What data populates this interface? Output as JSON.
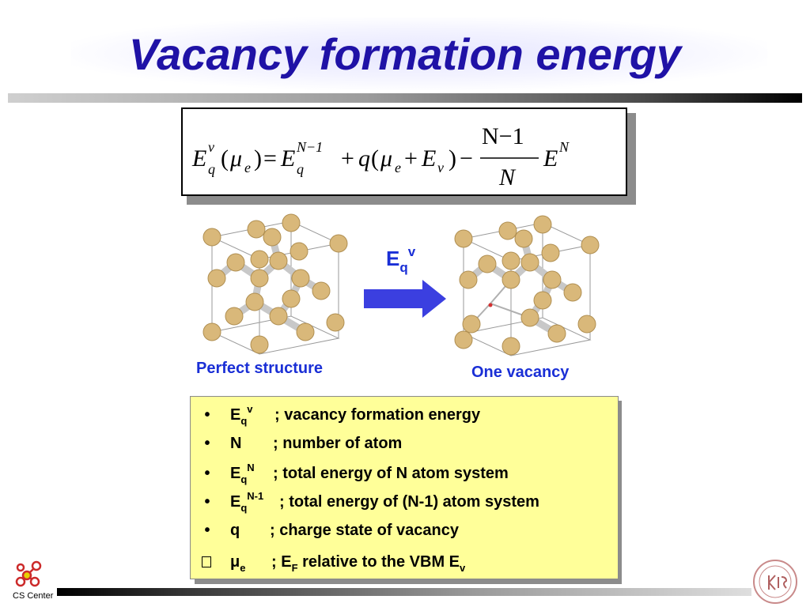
{
  "title": "Vacancy formation energy",
  "equation": {
    "lhs_E": "E",
    "lhs_sub": "q",
    "lhs_sup": "v",
    "mu": "μ",
    "mu_sub": "e",
    "EqN1_sup": "N−1",
    "plus_q": "q",
    "Ev_sub": "v",
    "frac_num": "N−1",
    "frac_den": "N",
    "EN_sup": "N"
  },
  "arrow_label": {
    "main": "E",
    "sub": "q",
    "sup": "v"
  },
  "structures": {
    "left_label": "Perfect structure",
    "right_label": "One vacancy"
  },
  "legend": {
    "items": [
      {
        "bullet": "•",
        "sym_main": "E",
        "sym_sub": "q",
        "sym_sup": "v",
        "desc": "; vacancy formation energy"
      },
      {
        "bullet": "•",
        "sym_main": "N",
        "sym_sub": "",
        "sym_sup": "",
        "desc": "; number of atom"
      },
      {
        "bullet": "•",
        "sym_main": "E",
        "sym_sub": "q",
        "sym_sup": "N",
        "desc": "; total energy of N atom system"
      },
      {
        "bullet": "•",
        "sym_main": "E",
        "sym_sub": "q",
        "sym_sup": "N-1",
        "desc": "; total energy of (N-1) atom system"
      },
      {
        "bullet": "•",
        "sym_main": "q",
        "sym_sub": "",
        "sym_sup": "",
        "desc": "; charge state of vacancy"
      },
      {
        "bullet": "",
        "sym_main": "μ",
        "sym_sub": "e",
        "sym_sup": "",
        "desc_pre": "; E",
        "desc_sub": "F",
        "desc_post": " relative to the VBM E",
        "desc_sub2": "v"
      }
    ]
  },
  "footer": {
    "cs_center": "CS Center"
  },
  "colors": {
    "title": "#1f12a6",
    "label": "#1a2fd6",
    "arrow": "#3b3fe0",
    "legend_bg": "#ffff99",
    "atom": "#d9b87a",
    "bond": "#c8c8c8"
  }
}
